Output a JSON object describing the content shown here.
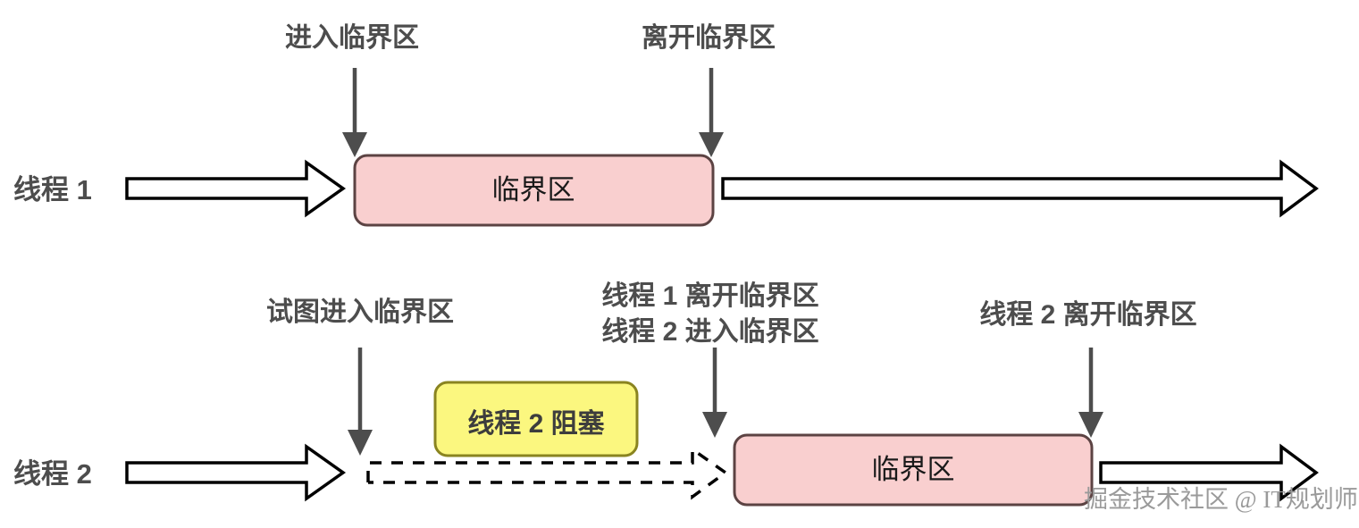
{
  "diagram": {
    "title": "thread-critical-section-timeline",
    "colors": {
      "critical_section_fill": "#f9cfcf",
      "critical_section_stroke": "#5c4343",
      "blocked_fill": "#fbf77f",
      "blocked_stroke": "#8a8420",
      "label_text": "#4d4d4d",
      "arrow_stroke": "#000000",
      "background": "#ffffff",
      "watermark": "#9a9a9a"
    },
    "lanes": [
      {
        "id": "thread-1",
        "label": "线程 1"
      },
      {
        "id": "thread-2",
        "label": "线程 2"
      }
    ],
    "annotations": {
      "enter_cs": "进入临界区",
      "leave_cs": "离开临界区",
      "try_enter_cs": "试图进入临界区",
      "t1_leave": "线程 1 离开临界区",
      "t2_enter": "线程 2 进入临界区",
      "t2_leave": "线程 2 离开临界区"
    },
    "boxes": {
      "critical_section_1": "临界区",
      "critical_section_2": "临界区",
      "thread2_blocked": "线程 2 阻塞"
    },
    "watermark": "掘金技术社区 @ IT规划师"
  }
}
